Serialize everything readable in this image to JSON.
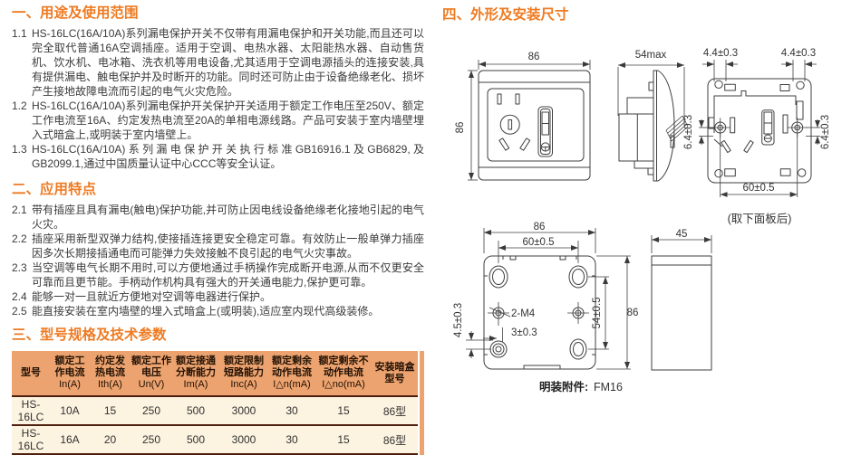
{
  "colors": {
    "accent": "#EE7B23",
    "table_header_bg": "#ECA36F",
    "table_row_bg": "#FCF3E0",
    "table_border": "#4E1F10",
    "text": "#3B3B3B"
  },
  "s1": {
    "title": "一、用途及使用范围",
    "items": [
      {
        "num": "1.1",
        "text": "HS-16LC(16A/10A)系列漏电保护开关不仅带有用漏电保护和开关功能,而且还可以完全取代普通16A空调插座。适用于空调、电热水器、太阳能热水器、自动售货机、饮水机、电冰箱、洗衣机等用电设备,尤其适用于空调电源插头的连接安装,具有提供漏电、触电保护并及时断开的功能。同时还可防止由于设备绝缘老化、损坏产生接地故障电流而引起的电气火灾危险。"
      },
      {
        "num": "1.2",
        "text": "HS-16LC(16A/10A)系列漏电保护开关保护开关适用于额定工作电压至250V、额定工作电流至16A、约定发热电流至20A的单相电源线路。产品可安装于室内墙壁埋入式暗盒上,或明装于室内墙壁上。"
      },
      {
        "num": "1.3",
        "text": "HS-16LC(16A/10A)系列漏电保护开关执行标准GB16916.1及GB6829,及GB2099.1,通过中国质量认证中心CCC等安全认证。"
      }
    ]
  },
  "s2": {
    "title": "二、应用特点",
    "items": [
      {
        "num": "2.1",
        "text": "带有插座且具有漏电(触电)保护功能,并可防止因电线设备绝缘老化接地引起的电气火灾。"
      },
      {
        "num": "2.2",
        "text": "插座采用新型双弹力结构,使接插连接更安全稳定可靠。有效防止一般单弹力插座因多次长期接插通电而可能弹力失效接触不良引起的电气火灾事故。"
      },
      {
        "num": "2.3",
        "text": "当空调等电气长期不用时,可以方便地通过手柄操作完成断开电源,从而不仅更安全可靠而且更节能。手柄动作机构具有强大的开关通电能力,保护更可靠。"
      },
      {
        "num": "2.4",
        "text": "能够一对一且就近方便地对空调等电器进行保护。"
      },
      {
        "num": "2.5",
        "text": "能直接安装在室内墙壁的埋入式暗盒上(或明装),适应室内现代高级装修。"
      }
    ]
  },
  "s3": {
    "title": "三、型号规格及技术参数",
    "table": {
      "headers": [
        {
          "name": "型号",
          "sym": ""
        },
        {
          "name": "额定工作电流",
          "sym": "In(A)"
        },
        {
          "name": "约定发热电流",
          "sym": "Ith(A)"
        },
        {
          "name": "额定工作电压",
          "sym": "Un(V)"
        },
        {
          "name": "额定接通分断能力",
          "sym": "Im(A)"
        },
        {
          "name": "额定限制短路能力",
          "sym": "Inc(A)"
        },
        {
          "name": "额定剩余动作电流",
          "sym": "I△n(mA)"
        },
        {
          "name": "额定剩余不动作电流",
          "sym": "I△no(mA)"
        },
        {
          "name": "安装暗盒型号",
          "sym": ""
        }
      ],
      "rows": [
        [
          "HS-16LC",
          "10A",
          "15",
          "250",
          "500",
          "3000",
          "30",
          "15",
          "86型"
        ],
        [
          "HS-16LC",
          "16A",
          "20",
          "250",
          "500",
          "3000",
          "30",
          "15",
          "86型"
        ]
      ]
    }
  },
  "s4": {
    "title": "四、外形及安装尺寸",
    "front": {
      "w": "86",
      "h": "86"
    },
    "side": {
      "w": "54max"
    },
    "back": {
      "tl": "4.4±0.3",
      "tr": "4.4±0.3",
      "l": "6.4±0.3",
      "r": "6.4±0.3",
      "b": "60±0.5",
      "caption": "(取下面板后)"
    },
    "box": {
      "w": "86",
      "iw": "60±0.5",
      "ih": "54±0.5",
      "h": "86",
      "l": "4.5±0.3",
      "screws": "2-M4",
      "off": "3±0.3",
      "caption": "明装附件:",
      "caption_value": "FM16"
    },
    "attach": {
      "w": "45"
    }
  }
}
